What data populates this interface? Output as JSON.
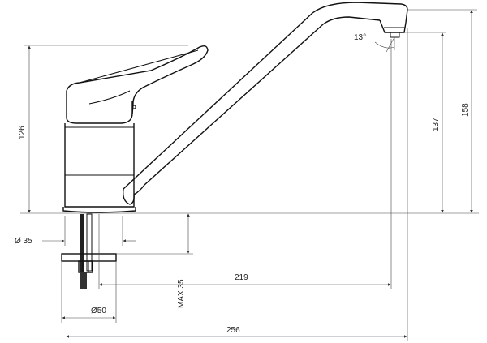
{
  "dimensions": {
    "height_126": "126",
    "height_137": "137",
    "height_158": "158",
    "angle_13": "13°",
    "dia_35": "Ø 35",
    "dia_50": "Ø50",
    "max_35": "MAX.35",
    "reach_219": "219",
    "length_256": "256"
  },
  "colors": {
    "line": "#111111",
    "dim_line": "#444444",
    "background": "#ffffff"
  }
}
